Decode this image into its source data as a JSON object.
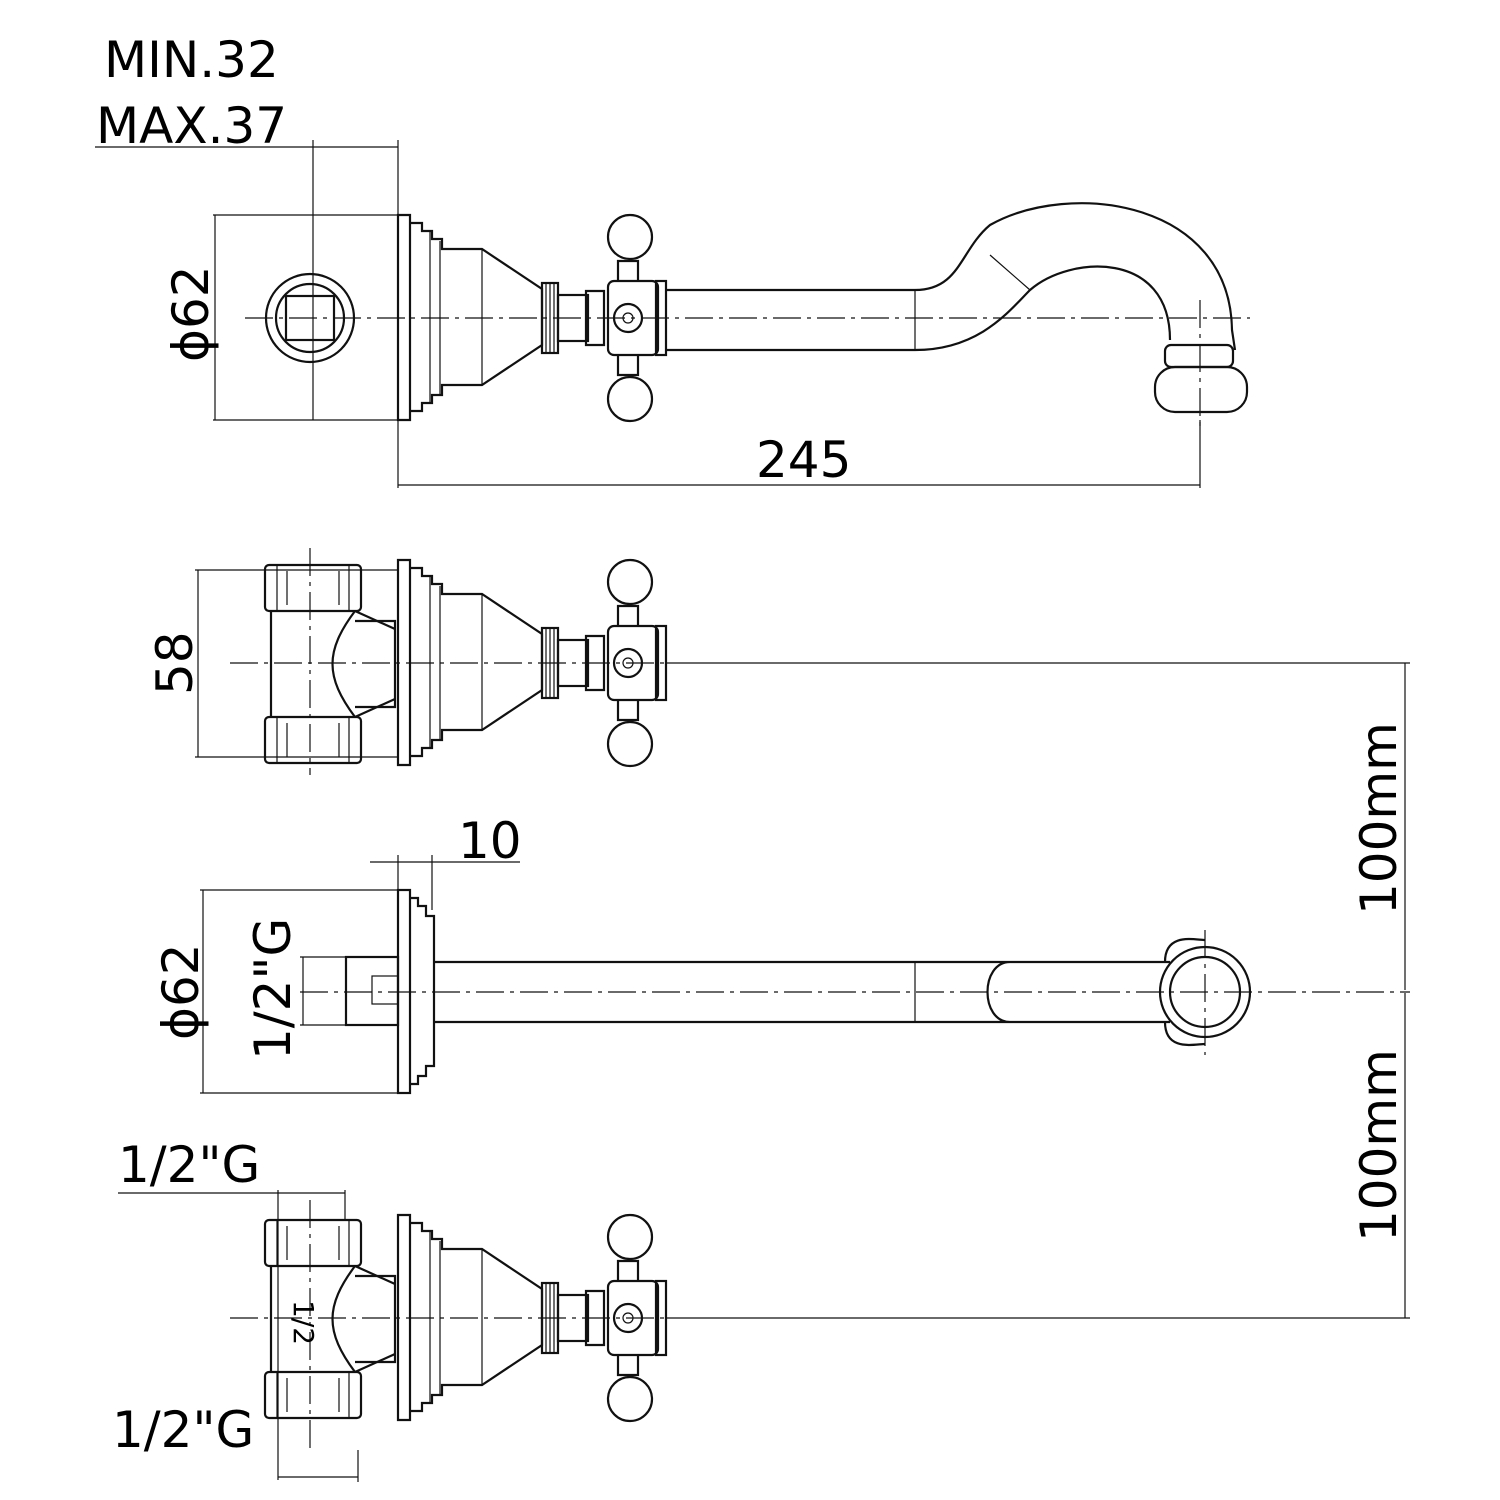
{
  "labels": {
    "min": "MIN.32",
    "max": "MAX.37",
    "dia_top": "ϕ62",
    "length": "245",
    "height_58": "58",
    "plate_thickness": "10",
    "dia_side": "ϕ62",
    "thread_side": "1/2\"G",
    "spacing_upper": "100mm",
    "spacing_lower": "100mm",
    "thread_top": "1/2\"G",
    "thread_bottom": "1/2\"G",
    "body_mark": "1/2"
  }
}
